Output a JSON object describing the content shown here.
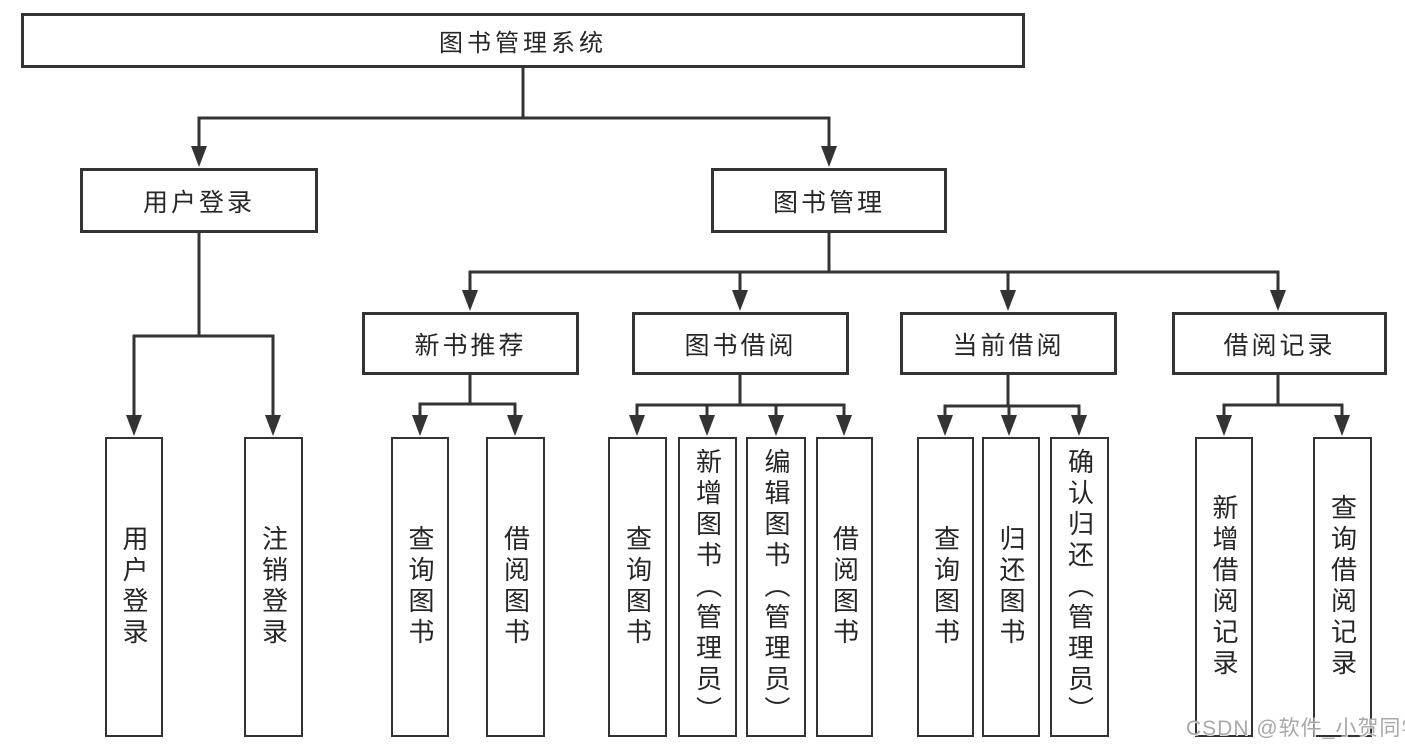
{
  "diagram": {
    "root": {
      "label": "图书管理系统"
    },
    "level2": [
      {
        "label": "用户登录",
        "children": [
          "用户登录",
          "注销登录"
        ]
      },
      {
        "label": "图书管理",
        "children": [
          {
            "label": "新书推荐",
            "children": [
              "查询图书",
              "借阅图书"
            ]
          },
          {
            "label": "图书借阅",
            "children": [
              "查询图书",
              "新增图书（管理员）",
              "编辑图书（管理员）",
              "借阅图书"
            ]
          },
          {
            "label": "当前借阅",
            "children": [
              "查询图书",
              "归还图书",
              "确认归还（管理员）"
            ]
          },
          {
            "label": "借阅记录",
            "children": [
              "新增借阅记录",
              "查询借阅记录"
            ]
          }
        ]
      }
    ]
  },
  "watermark": {
    "text": "CSDN @软件_小贺同学"
  },
  "colors": {
    "background": "#ffffff",
    "line": "#333333",
    "text": "#262626",
    "watermark": "#a8a8a8"
  }
}
